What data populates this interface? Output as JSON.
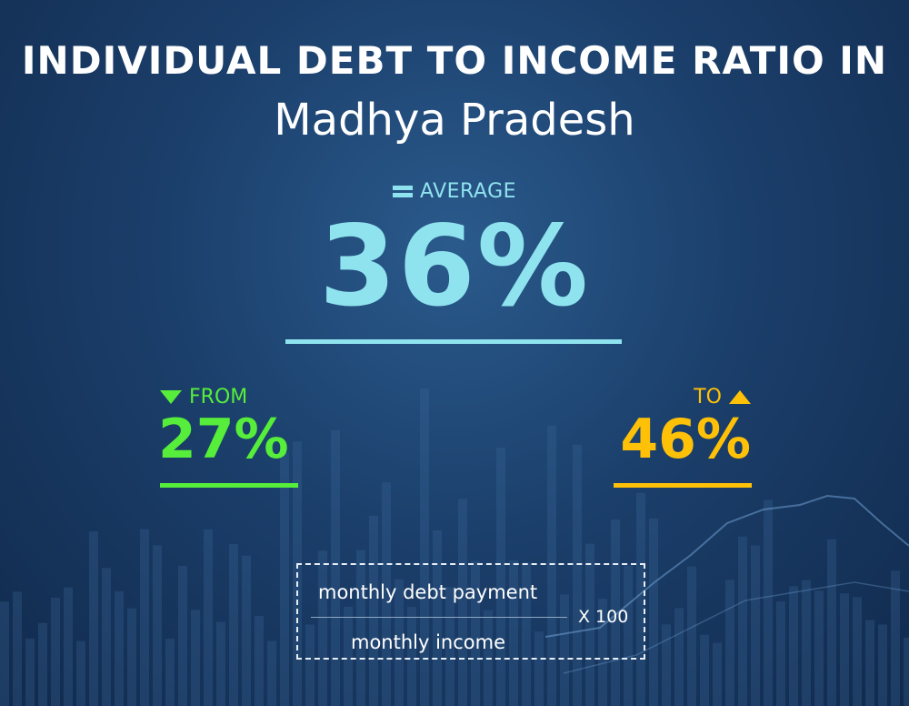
{
  "title": {
    "line1": "INDIVIDUAL DEBT TO INCOME RATIO IN",
    "line2": "Madhya Pradesh"
  },
  "average": {
    "label": "AVERAGE",
    "value": "36%",
    "icon": "equals-icon",
    "color": "#8fe3ee"
  },
  "range": {
    "from": {
      "label": "FROM",
      "value": "27%",
      "icon": "triangle-down-icon",
      "color": "#56ee3a"
    },
    "to": {
      "label": "TO",
      "value": "46%",
      "icon": "triangle-up-icon",
      "color": "#ffc107"
    }
  },
  "formula": {
    "numerator": "monthly debt payment",
    "denominator": "monthly income",
    "multiplier": "X 100"
  }
}
